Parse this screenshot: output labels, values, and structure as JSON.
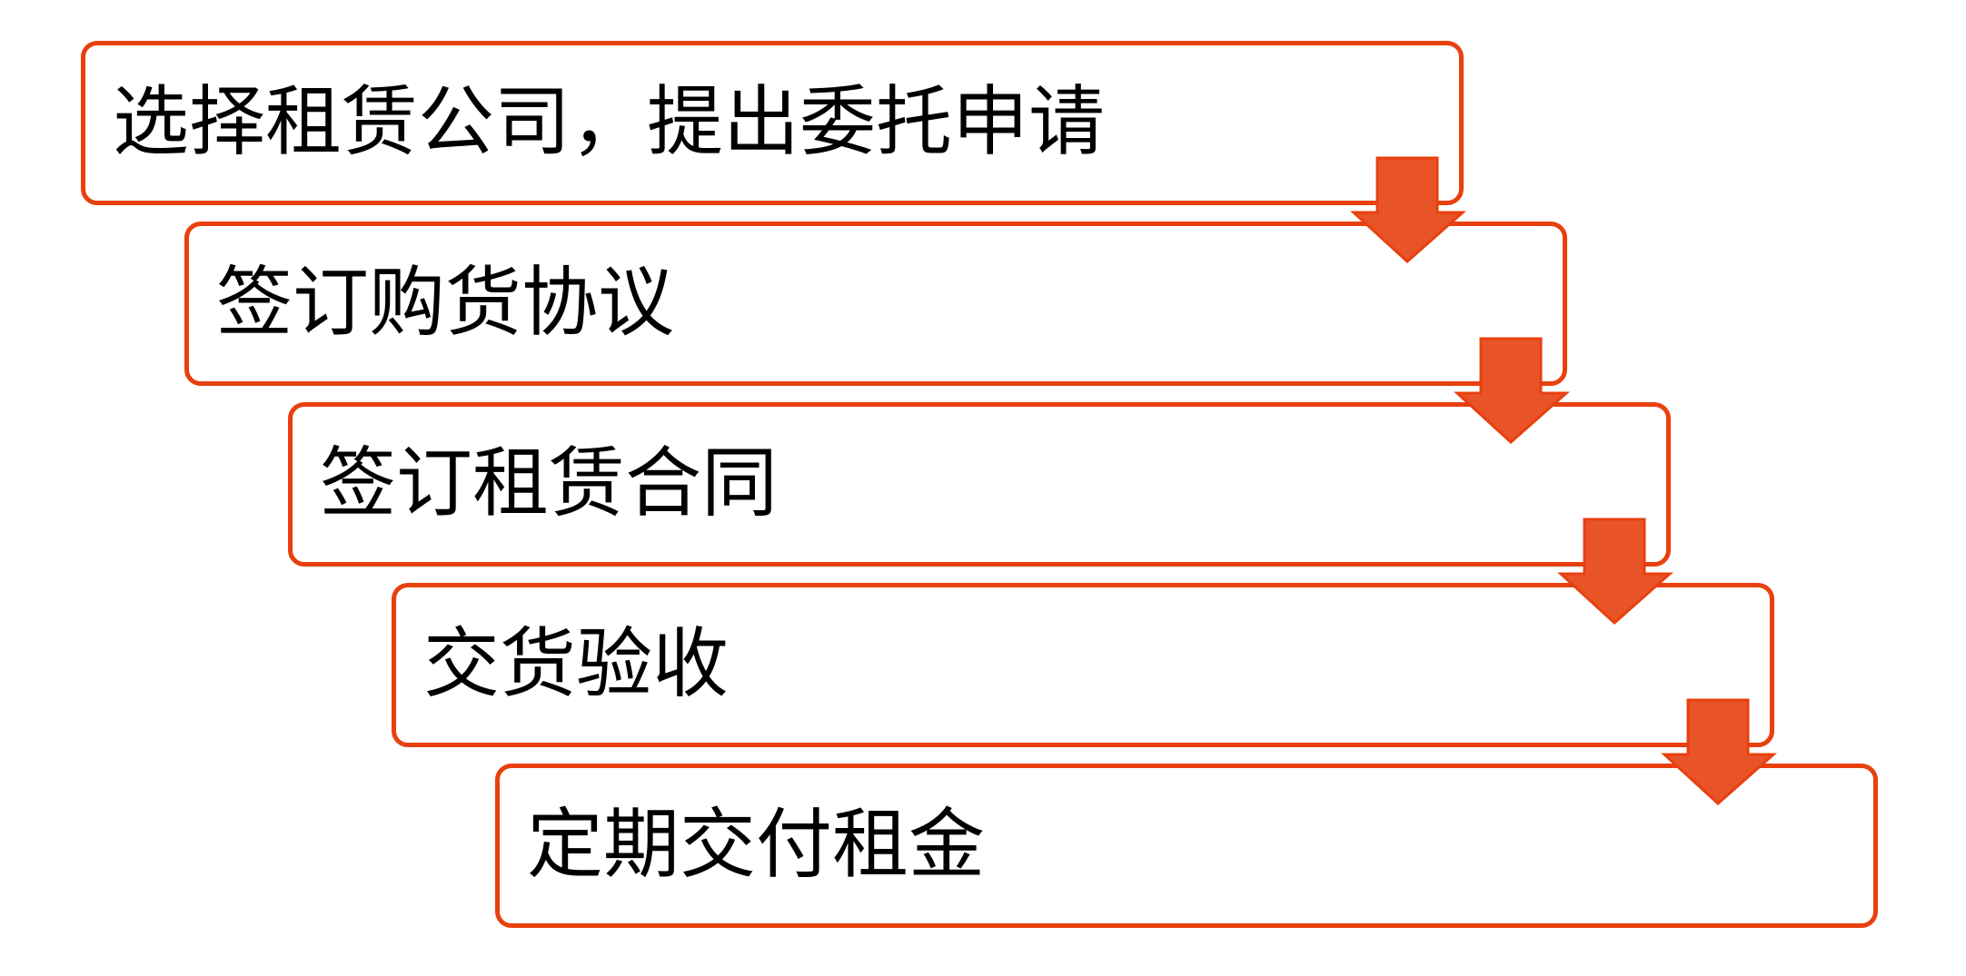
{
  "diagram": {
    "type": "flowchart",
    "direction": "top-to-bottom staircase",
    "colors": {
      "border": "#E8400F",
      "arrow_fill": "#E85428",
      "text": "#000000",
      "background": "#FFFFFF"
    },
    "steps": [
      {
        "label": "选择租赁公司，提出委托申请"
      },
      {
        "label": "签订购货协议"
      },
      {
        "label": "签订租赁合同"
      },
      {
        "label": "交货验收"
      },
      {
        "label": "定期交付租金"
      }
    ],
    "arrows": [
      {
        "from": 0,
        "to": 1
      },
      {
        "from": 1,
        "to": 2
      },
      {
        "from": 2,
        "to": 3
      },
      {
        "from": 3,
        "to": 4
      }
    ]
  }
}
